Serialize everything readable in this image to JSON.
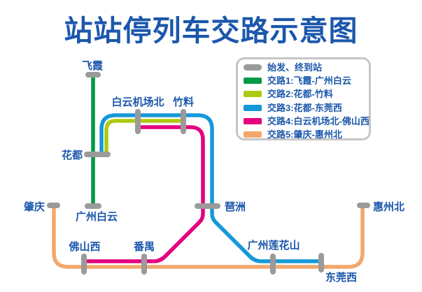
{
  "title": "站站停列车交路示意图",
  "colors": {
    "title_text": "#1b57ac",
    "label_text": "#1b57ac",
    "marker": "#9a9a9a",
    "legend_border": "#c6c6c6",
    "route1": "#009a47",
    "route2": "#adca10",
    "route3": "#1498d8",
    "route4": "#e4007f",
    "route5": "#f3a76c"
  },
  "legend": {
    "items": [
      {
        "label": "始发、终到站",
        "color": "#9a9a9a"
      },
      {
        "label": "交路1:飞霞-广州白云",
        "color": "#009a47"
      },
      {
        "label": "交路2:花都-竹料",
        "color": "#adca10"
      },
      {
        "label": "交路3:花都-东莞西",
        "color": "#1498d8"
      },
      {
        "label": "交路4:白云机场北-佛山西",
        "color": "#e4007f"
      },
      {
        "label": "交路5:肇庆-惠州北",
        "color": "#f3a76c"
      }
    ]
  },
  "stations": [
    {
      "name": "飞霞"
    },
    {
      "name": "白云机场北"
    },
    {
      "name": "竹料"
    },
    {
      "name": "花都"
    },
    {
      "name": "肇庆"
    },
    {
      "name": "广州白云"
    },
    {
      "name": "琶洲"
    },
    {
      "name": "惠州北"
    },
    {
      "name": "佛山西"
    },
    {
      "name": "番禺"
    },
    {
      "name": "广州莲花山"
    },
    {
      "name": "东莞西"
    }
  ],
  "routes": [
    {
      "name": "交路1",
      "from": "飞霞",
      "to": "广州白云",
      "color": "#009a47"
    },
    {
      "name": "交路2",
      "from": "花都",
      "to": "竹料",
      "color": "#adca10"
    },
    {
      "name": "交路3",
      "from": "花都",
      "to": "东莞西",
      "color": "#1498d8"
    },
    {
      "name": "交路4",
      "from": "白云机场北",
      "to": "佛山西",
      "color": "#e4007f"
    },
    {
      "name": "交路5",
      "from": "肇庆",
      "to": "惠州北",
      "color": "#f3a76c"
    }
  ]
}
